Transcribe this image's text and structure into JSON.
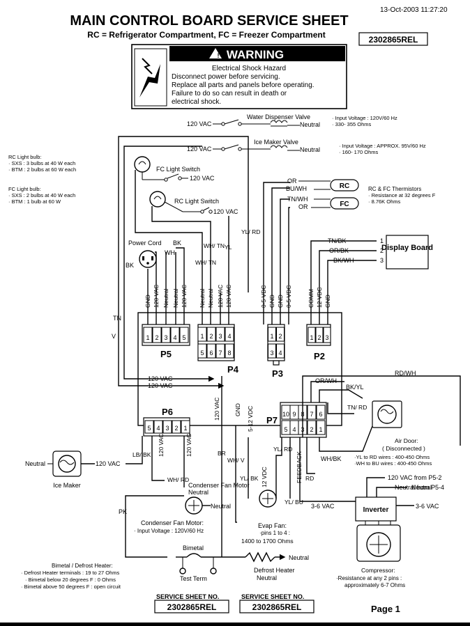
{
  "timestamp": "13-Oct-2003 11:27:20",
  "title": "MAIN CONTROL BOARD SERVICE SHEET",
  "subtitle": "RC = Refrigerator Compartment, FC = Freezer Compartment",
  "part_number": "2302865REL",
  "warning": {
    "heading": "WARNING",
    "lines": [
      "Electrical Shock Hazard",
      "Disconnect power before servicing.",
      "Replace all parts and panels before operating.",
      "Failure to do so can result in death or",
      "electrical shock."
    ]
  },
  "notes": {
    "rc_bulbs": [
      "RC Light bulb:",
      "· SXS : 3 bulbs at 40 W each",
      "· BTM : 2 bulbs at 60 W each"
    ],
    "fc_bulbs": [
      "FC Light bulb:",
      "· SXS : 2 bulbs at 40 W each",
      "· BTM : 1 bulb at 60 W"
    ],
    "water_valve": [
      "· Input Voltage : 120V/60 Hz",
      "· 330- 355 Ohms"
    ],
    "ice_valve": [
      "· Input Voltage :   APPROX. 95V/60 Hz",
      "· 160- 170 Ohms"
    ],
    "thermistors": [
      "RC & FC Thermistors",
      "· Resistance at 32 degrees F",
      "· 8.76K Ohms"
    ],
    "air_door": [
      "Air Door:",
      "( Disconnected )",
      "·YL to RD wires : 400-450 Ohms",
      "·WH to BU wires : 400-450 Ohms"
    ],
    "condenser_fan": [
      "Condenser Fan Motor:",
      "· Input Voltage : 120V/60 Hz"
    ],
    "evap_fan": [
      "Evap Fan:",
      "·pins 1 to 4 :",
      "1400 to 1700 Ohms"
    ],
    "bimetal": [
      "Bimetal / Defrost Heater:",
      "· Defrost Heater terminals : 19 to 27 Ohms",
      "· Bimetal below 20 degrees F : 0 Ohms",
      "· Bimetal above 50 degrees F : open circuit"
    ],
    "compressor": [
      "Compressor:",
      "·Resistance at any 2 pins :",
      "approximately 6-7 Ohms"
    ]
  },
  "components": {
    "water_valve": "Water Dispenser Valve",
    "ice_valve": "Ice Maker Valve",
    "fc_switch": "FC Light Switch",
    "rc_switch": "RC Light Switch",
    "power_cord": "Power Cord",
    "display": "Display Board",
    "ice_maker": "Ice Maker",
    "cond_fan": "Condenser Fan Motor",
    "inverter": "Inverter",
    "bimetal": "Bimetal",
    "test_term": "Test Term",
    "defrost_heater": "Defrost Heater",
    "rc": "RC",
    "fc": "FC"
  },
  "connectors": {
    "P5": {
      "name": "P5",
      "pins": [
        "1",
        "2",
        "3",
        "4",
        "5"
      ],
      "signals": [
        "GND",
        "120 VAC",
        "Neutral",
        "Neutral",
        "120 VAC"
      ]
    },
    "P4": {
      "name": "P4",
      "pins_top": [
        "1",
        "2",
        "3",
        "4"
      ],
      "pins_bottom": [
        "5",
        "6",
        "7",
        "8"
      ],
      "signals": [
        "Neutral",
        "Neutral",
        "120 VAC",
        "120 VAC"
      ]
    },
    "P3": {
      "name": "P3",
      "pins_top": [
        "1",
        "2"
      ],
      "pins_bottom": [
        "3",
        "4"
      ],
      "signals": [
        "0-5 VDC",
        "GND",
        "GND",
        "0-5 VDC"
      ]
    },
    "P2": {
      "name": "P2",
      "pins": [
        "1",
        "2",
        "3"
      ],
      "signals": [
        "COMM",
        "12 VDC",
        "GND"
      ]
    },
    "P6": {
      "name": "P6",
      "pins": [
        "5",
        "4",
        "3",
        "2",
        "1"
      ]
    },
    "P7": {
      "name": "P7",
      "pins_top": [
        "10",
        "9",
        "8",
        "7",
        "6"
      ],
      "pins_bottom": [
        "5",
        "4",
        "3",
        "2",
        "1"
      ]
    }
  },
  "labels": {
    "v120": "120 VAC",
    "neutral": "Neutral",
    "wh_tn": "WH/ TN",
    "yl": "YL",
    "yl_rd": "YL/ RD",
    "bk": "BK",
    "wh": "WH",
    "tn": "TN",
    "v": "V",
    "or": "OR",
    "bu_wh": "BU/WH",
    "tn_wh": "TN/WH",
    "tn_bk": "TN/BK",
    "or_bk": "OR/BK",
    "bk_wh": "BK/WH",
    "rd_wh": "RD/WH",
    "or_wh": "OR/WH",
    "bk_yl": "BK/YL",
    "tn_rd": "TN/ RD",
    "wh_bk": "WH/BK",
    "lb_bk": "LB/ BK",
    "wh_rd": "WH/ RD",
    "pk": "PK",
    "br": "BR",
    "gnd": "GND",
    "v512": "5-12 VDC",
    "v12": "12 VDC",
    "yl_rd2": "YL/ RD",
    "yl_bk": "YL/ BK",
    "wh_v": "WH/ V",
    "yl_bu": "YL/ BU",
    "feedback": "FEEDBACK",
    "rd": "RD",
    "v36": "3-6 VAC",
    "p5_2": "120 VAC from P5-2",
    "p5_4": "Neutral from P5-4",
    "n1": "1",
    "n2": "2",
    "n3": "3"
  },
  "footer": {
    "label1": "SERVICE SHEET NO.",
    "num1": "2302865REL",
    "label2": "SERVICE SHEET NO.",
    "num2": "2302865REL",
    "page": "Page 1"
  }
}
